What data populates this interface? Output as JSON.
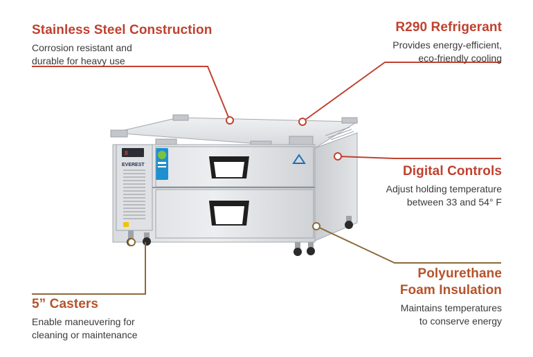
{
  "callouts": {
    "steel": {
      "title": "Stainless Steel Construction",
      "line1": "Corrosion resistant and",
      "line2": "durable for heavy use"
    },
    "refrigerant": {
      "title": "R290 Refrigerant",
      "line1": "Provides energy-efficient,",
      "line2": "eco-friendly cooling"
    },
    "digital": {
      "title": "Digital Controls",
      "line1": "Adjust holding temperature",
      "line2": "between 33 and 54° F"
    },
    "foam": {
      "title_line1": "Polyurethane",
      "title_line2": "Foam Insulation",
      "line1": "Maintains temperatures",
      "line2": "to conserve energy"
    },
    "casters": {
      "title": "5” Casters",
      "line1": "Enable maneuvering for",
      "line2": "cleaning or maintenance"
    }
  },
  "product": {
    "brand_label": "EVEREST"
  },
  "colors": {
    "accent_red": "#c0412f",
    "accent_brown": "#8a6a3a",
    "steel_light": "#e4e6e8",
    "steel_mid": "#c9ccd0",
    "steel_dark": "#9ea3a8"
  },
  "icons": {
    "leaf_sticker": "leaf-eco-icon",
    "brand_triangle": "triangle-logo-icon"
  }
}
